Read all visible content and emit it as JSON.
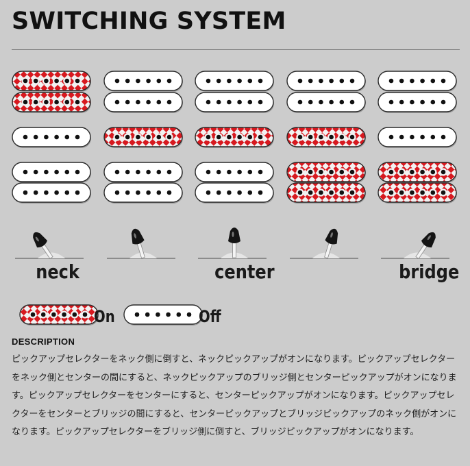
{
  "title": "SWITCHING SYSTEM",
  "positions": [
    {
      "label": "",
      "lever": -34,
      "neck": "on",
      "middle": "off",
      "bridge": "off"
    },
    {
      "label": "",
      "lever": -17,
      "neck": "off",
      "middle": "on",
      "bridge": "off"
    },
    {
      "label": "",
      "lever": 0,
      "neck": "off",
      "middle": "on",
      "bridge": "off"
    },
    {
      "label": "",
      "lever": 17,
      "neck": "off",
      "middle": "on",
      "bridge": "on"
    },
    {
      "label": "",
      "lever": 34,
      "neck": "off",
      "middle": "off",
      "bridge": "on"
    }
  ],
  "position_labels": {
    "neck": "neck",
    "center": "center",
    "bridge": "bridge"
  },
  "legend": {
    "on": "On",
    "off": "Off"
  },
  "colors": {
    "background": "#cccccc",
    "on": "#d7191f",
    "off": "#ffffff",
    "pole": "#111111"
  },
  "description": {
    "heading": "DESCRIPTION",
    "body": "ピックアップセレクターをネック側に倒すと、ネックピックアップがオンになります。ピックアップセレクターをネック側とセンターの間にすると、ネックピックアップのブリッジ側とセンターピックアップがオンになります。ピックアップセレクターをセンターにすると、センターピックアップがオンになります。ピックアップセレクターをセンターとブリッジの間にすると、センターピックアップとブリッジピックアップのネック側がオンになります。ピックアップセレクターをブリッジ側に倒すと、ブリッジピックアップがオンになります。"
  }
}
